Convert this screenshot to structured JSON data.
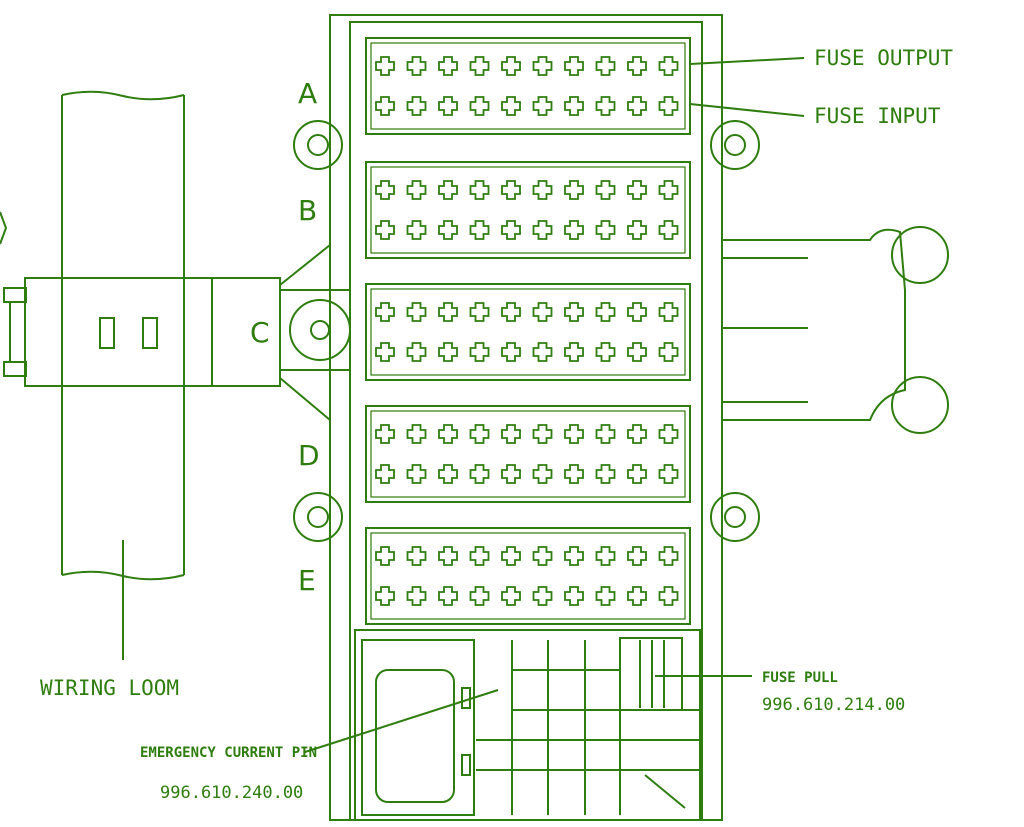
{
  "colors": {
    "ink": "#2e7d0e",
    "background": "#ffffff"
  },
  "rows": [
    {
      "label": "A"
    },
    {
      "label": "B"
    },
    {
      "label": "C"
    },
    {
      "label": "D"
    },
    {
      "label": "E"
    }
  ],
  "fuses_per_row_line": 10,
  "callouts": {
    "fuse_output": "FUSE OUTPUT",
    "fuse_input": "FUSE INPUT",
    "wiring_loom": "WIRING LOOM",
    "fuse_pull": "FUSE PULL",
    "fuse_pull_part": "996.610.214.00",
    "emergency_pin": "EMERGENCY CURRENT PIN",
    "emergency_pin_part": "996.610.240.00"
  }
}
